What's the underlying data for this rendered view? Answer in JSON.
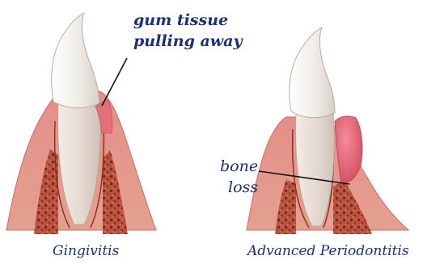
{
  "diagram": {
    "left_panel": {
      "caption": "Gingivitis",
      "callout": [
        "gum tissue",
        "pulling away"
      ]
    },
    "right_panel": {
      "caption": "Advanced Periodontitis",
      "callout": [
        "bone",
        "loss"
      ]
    }
  },
  "colors": {
    "label_text": "#1a2f77",
    "gum": "#de8e84",
    "gum_edge": "#c96c64",
    "inflamed_gum": "#d95f70",
    "bone": "#a43e2f",
    "tooth": "#efefe9",
    "root": "#e5ddd6"
  }
}
